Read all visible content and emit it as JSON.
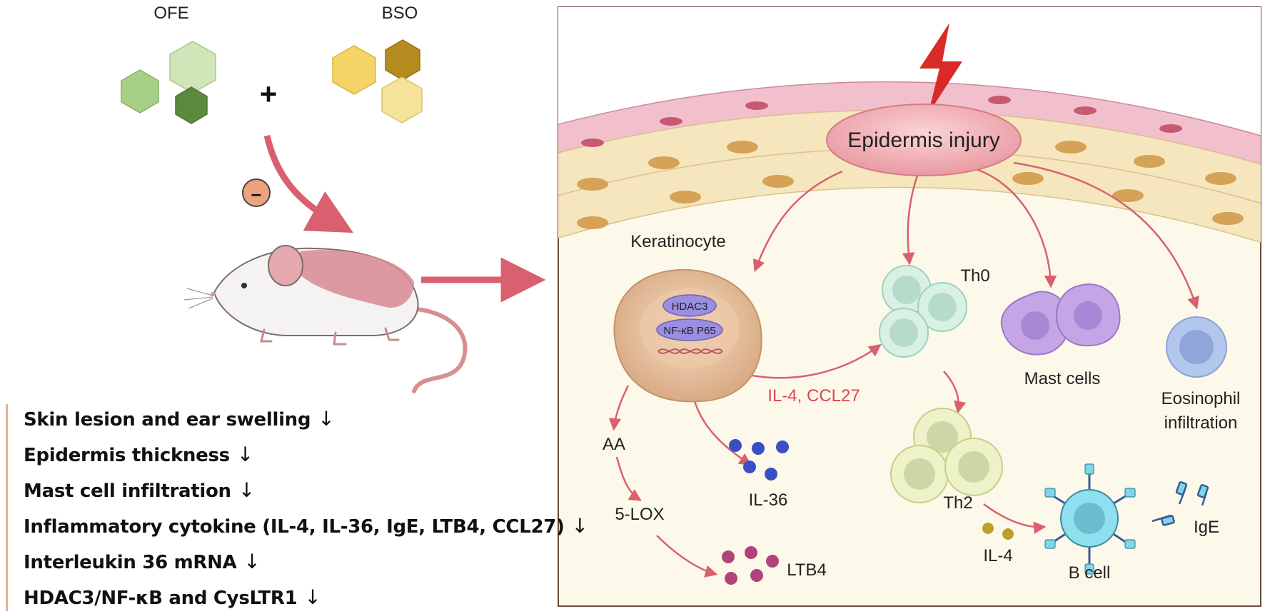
{
  "treatment": {
    "ofe": "OFE",
    "bso": "BSO",
    "plus": "+",
    "inhibit": "–"
  },
  "outcomes": [
    {
      "label": "Skin lesion and ear swelling",
      "arrow": "↓"
    },
    {
      "label": "Epidermis thickness",
      "arrow": "↓"
    },
    {
      "label": "Mast cell infiltration",
      "arrow": "↓"
    },
    {
      "label": "Inflammatory cytokine (IL-4, IL-36, IgE, LTB4, CCL27)",
      "arrow": "↓"
    },
    {
      "label": "Interleukin 36 mRNA",
      "arrow": "↓"
    },
    {
      "label": "HDAC3/NF-κB and CysLTR1",
      "arrow": "↓"
    }
  ],
  "mechanism": {
    "injury": "Epidermis injury",
    "keratinocyte": "Keratinocyte",
    "hdac3": "HDAC3",
    "nfkb": "NF-κB P65",
    "il4_ccl27": "IL-4, CCL27",
    "aa": "AA",
    "lox": "5-LOX",
    "ltb4": "LTB4",
    "il36": "IL-36",
    "th0": "Th0",
    "th2": "Th2",
    "il4": "IL-4",
    "bcell": "B cell",
    "ige": "IgE",
    "mast": "Mast cells",
    "eos_line1": "Eosinophil",
    "eos_line2": "infiltration"
  },
  "colors": {
    "arrow": "#d9606f",
    "accent_text": "#d94655",
    "frame": "#6b4a3a",
    "panel_bg": "#fdf9ea"
  }
}
